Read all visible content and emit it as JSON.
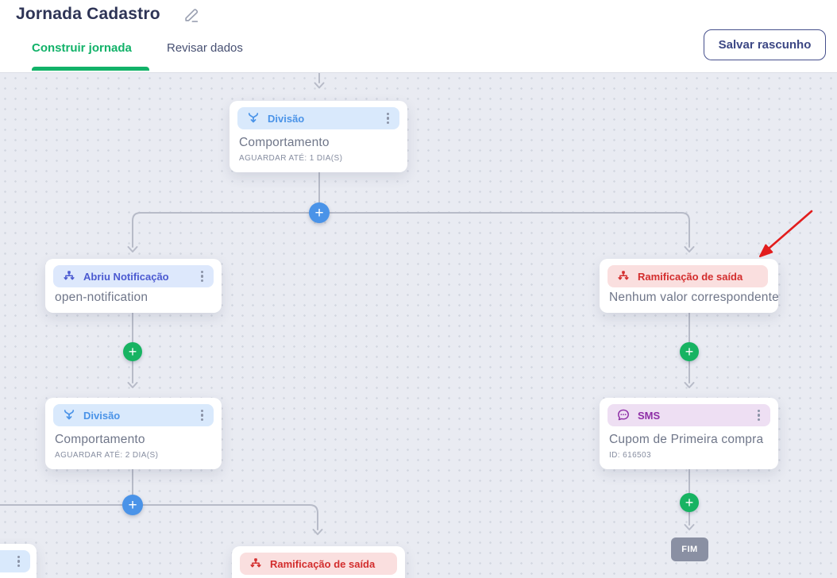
{
  "page": {
    "title": "Jornada Cadastro"
  },
  "tabs": {
    "build": "Construir jornada",
    "review": "Revisar dados"
  },
  "toolbar": {
    "save_draft": "Salvar rascunho"
  },
  "ui": {
    "plus": "+"
  },
  "nodes": {
    "division_top": {
      "type": "Divisão",
      "title": "Comportamento",
      "meta": "AGUARDAR ATÉ: 1 DIA(S)"
    },
    "open_notification": {
      "type": "Abriu Notificação",
      "title": "open-notification"
    },
    "exit_branch_right": {
      "type": "Ramificação de saída",
      "title": "Nenhum valor correspondente"
    },
    "division_left": {
      "type": "Divisão",
      "title": "Comportamento",
      "meta": "AGUARDAR ATÉ: 2 DIA(S)"
    },
    "sms": {
      "type": "SMS",
      "title": "Cupom de Primeira compra",
      "meta": "ID: 616503"
    },
    "exit_branch_bottom": {
      "type": "Ramificação de saída"
    },
    "end": {
      "label": "FIM"
    }
  },
  "icons": {
    "edit": "pencil-icon",
    "division": "merge-split-arrow-icon",
    "branch": "branch-split-icon",
    "sms": "chat-bubble-icon",
    "menu": "kebab-menu-icon",
    "annotation": "red-pointer-arrow"
  },
  "colors": {
    "accent_green": "#12b269",
    "accent_blue": "#4a93e8",
    "accent_indigo": "#4b5ad1",
    "accent_red": "#d32d2d",
    "accent_purple": "#8e2fa6",
    "connector_gray": "#b7bbc8",
    "annotation_arrow": "#e21d1d",
    "end_badge": "#8a90a3"
  }
}
